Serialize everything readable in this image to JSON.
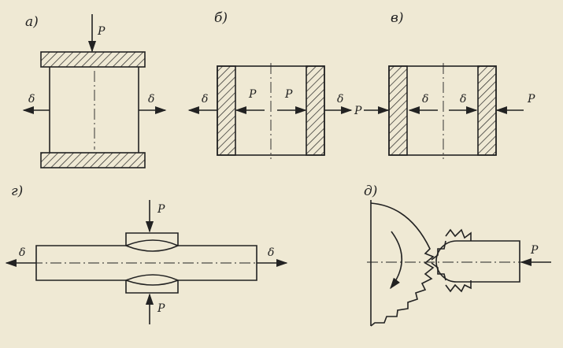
{
  "panels": {
    "a": {
      "label": "а)",
      "force": "P",
      "disp_left": "δ",
      "disp_right": "δ"
    },
    "b": {
      "label": "б)",
      "disp_left": "δ",
      "force_left": "P",
      "force_right": "P",
      "disp_right": "δ",
      "force_outer": "P"
    },
    "v": {
      "label": "в)",
      "disp_left": "δ",
      "disp_right": "δ",
      "force_right": "P"
    },
    "g": {
      "label": "г)",
      "force_top": "P",
      "force_bottom": "P",
      "disp_left": "δ",
      "disp_right": "δ"
    },
    "d": {
      "label": "д)",
      "force": "P"
    }
  },
  "colors": {
    "ink": "#222222",
    "paper": "#efe9d4"
  }
}
